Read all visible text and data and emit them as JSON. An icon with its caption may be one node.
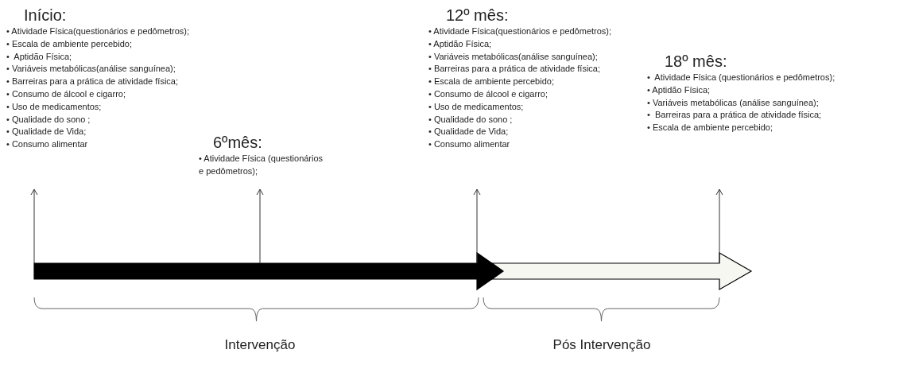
{
  "diagram": {
    "nodes": [
      {
        "text": [
          "Início:",
          "• Atividade Física(questionários e pedômetros);",
          "• Escala de ambiente percebido;",
          "•  Aptidão Física;",
          "• Variáveis metabólicas(análise sanguínea);",
          "• Barreiras para a prática de atividade física;",
          "• Consumo de álcool e cigarro;",
          "• Uso de medicamentos;",
          "• Qualidade do sono ;",
          "• Qualidade de Vida;",
          "• Consumo alimentar"
        ]
      },
      {
        "text": [
          "6ºmês:",
          "• Atividade Física (questionários e pedômetros);"
        ]
      },
      {
        "text": [
          "12º mês:",
          "• Atividade Física(questionários e pedômetros);",
          "• Aptidão Física;",
          "• Variáveis metabólicas(análise sanguínea);",
          "• Barreiras para a prática de atividade física;",
          "• Escala de ambiente percebido;",
          "• Consumo de álcool e cigarro;",
          "• Uso de medicamentos;",
          "• Qualidade do sono ;",
          "• Qualidade de Vida;",
          "• Consumo alimentar"
        ]
      },
      {
        "text": [
          "18º mês:",
          "•  Atividade Física (questionários e pedômetros);",
          "• Aptidão Física;",
          "• Variáveis metabólicas (análise sanguínea);",
          "•  Barreiras para a prática de atividade física;",
          "• Escala de ambiente percebido;"
        ]
      },
      {
        "text": [],
        "shape": "bar"
      },
      {
        "text": [],
        "shape": "bar"
      }
    ],
    "edges": [
      {
        "from": 4,
        "to": 0,
        "arrow": "to"
      },
      {
        "from": 4,
        "to": 1,
        "arrow": "to"
      },
      {
        "from": 4,
        "to": 2,
        "arrow": "to"
      },
      {
        "from": 5,
        "to": 3,
        "arrow": "to"
      }
    ],
    "labels": [
      "Intervenção",
      "Pós Intervenção"
    ]
  }
}
